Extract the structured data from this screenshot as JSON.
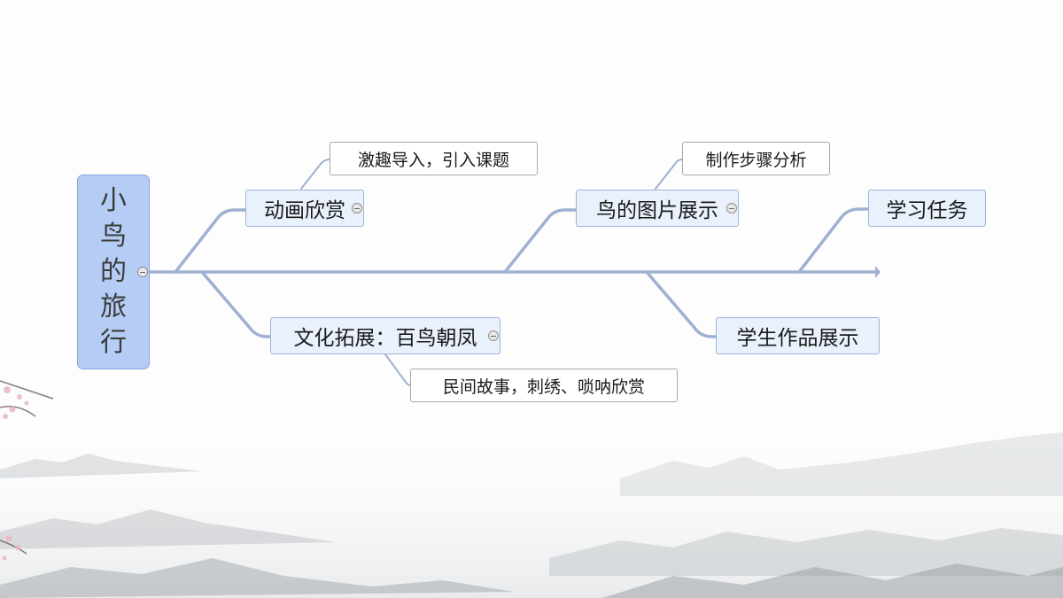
{
  "central_topic": {
    "chars": [
      "小",
      "鸟",
      "的",
      "旅",
      "行"
    ]
  },
  "topics": {
    "animation": "动画欣赏",
    "bird_pictures": "鸟的图片展示",
    "learning_task": "学习任务",
    "culture": "文化拓展：百鸟朝凤",
    "student_works": "学生作品展示"
  },
  "subtopics": {
    "animation_sub": "激趣导入，引入课题",
    "bird_pictures_sub": "制作步骤分析",
    "culture_sub": "民间故事，刺绣、唢呐欣赏"
  },
  "colors": {
    "central_fill": "#b5cdf5",
    "topic_fill": "#e9f1fc",
    "connector": "#9fb1d1",
    "subtopic_border": "#a9a9a9"
  }
}
